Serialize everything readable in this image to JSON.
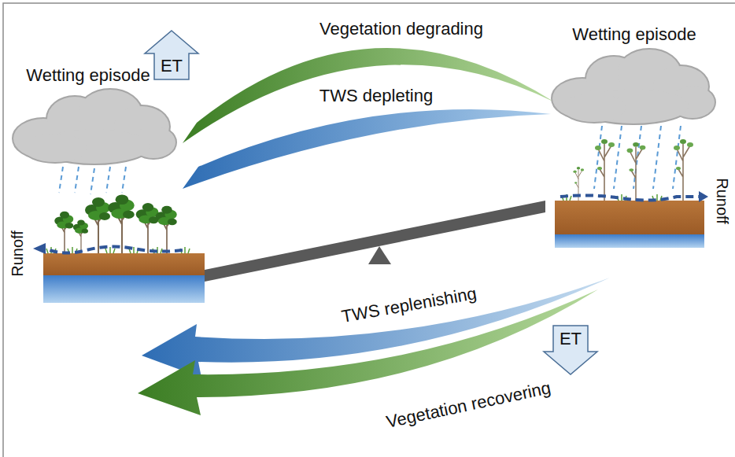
{
  "diagram": {
    "nodes": [
      {
        "text": [
          "ET"
        ]
      },
      {
        "text": [
          "ET"
        ]
      }
    ],
    "labels": [
      "Wetting episode",
      "Vegetation degrading",
      "TWS depleting",
      "Wetting episode",
      "Runoff",
      "Runoff",
      "TWS replenishing",
      "Vegetation recovering"
    ]
  }
}
